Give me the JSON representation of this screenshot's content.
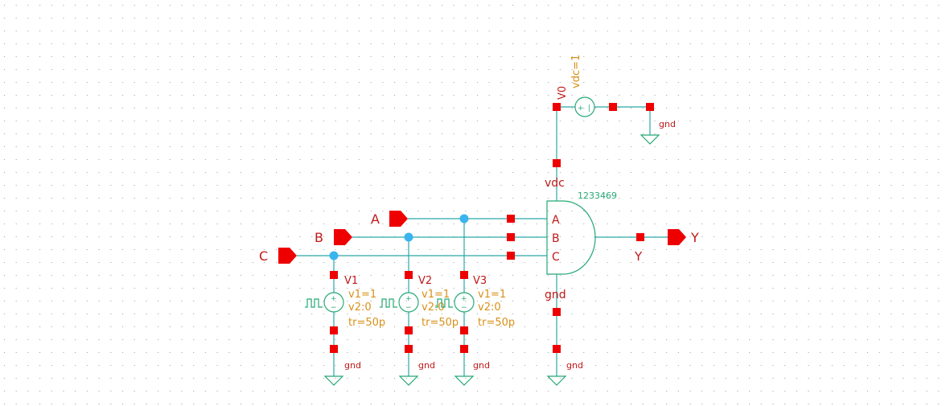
{
  "ports": {
    "a": "A",
    "b": "B",
    "c": "C",
    "y": "Y"
  },
  "gate": {
    "instance": "1233469",
    "pin_a": "A",
    "pin_b": "B",
    "pin_c": "C",
    "supply_label": "vdc",
    "ground_label": "gnd",
    "output_net": "Y"
  },
  "supply": {
    "name": "V0",
    "param": "vdc=1",
    "gnd": "gnd"
  },
  "sources": [
    {
      "name": "V1",
      "p1": "v1=1",
      "p2": "v2:0",
      "p3": "tr=50p",
      "gnd": "gnd"
    },
    {
      "name": "V2",
      "p1": "v1=1",
      "p2": "v2:0",
      "p3": "tr=50p",
      "gnd": "gnd"
    },
    {
      "name": "V3",
      "p1": "v1=1",
      "p2": "v2:0",
      "p3": "tr=50p",
      "gnd": "gnd"
    }
  ],
  "gate_gnd": "gnd",
  "colors": {
    "wire": "#2aa8a8",
    "component": "#25a876",
    "pin": "#ee0000",
    "junction": "#3ab4ee",
    "label": "#c01818",
    "param": "#d89018"
  }
}
